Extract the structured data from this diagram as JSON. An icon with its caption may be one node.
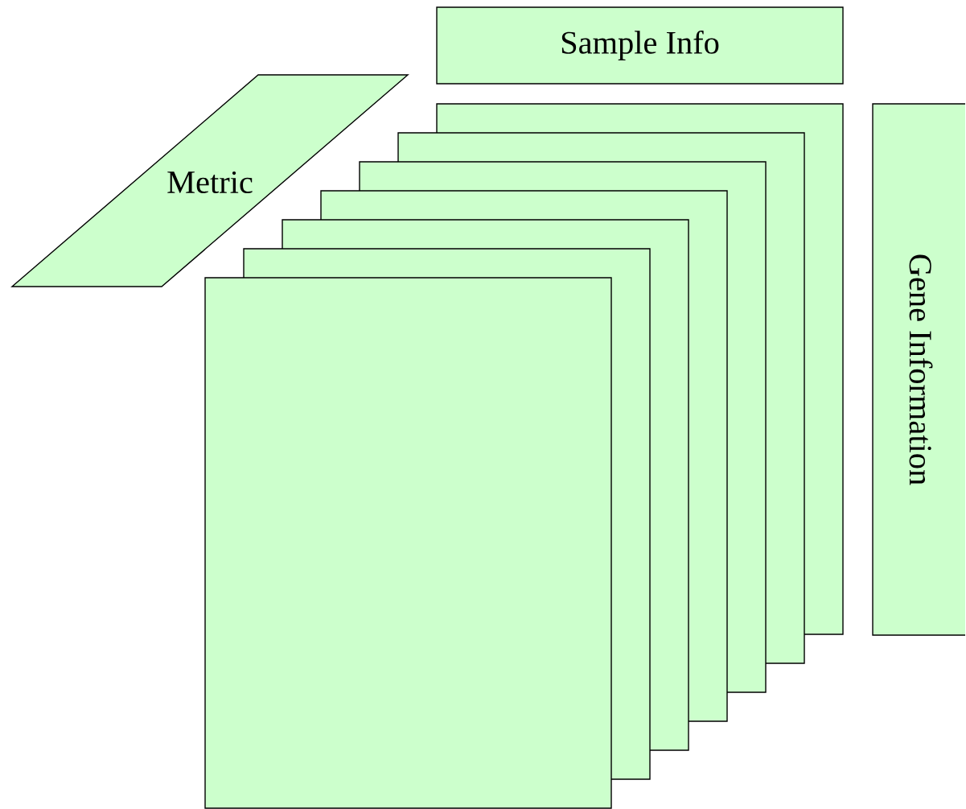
{
  "diagram": {
    "nodes": [
      {
        "text": [
          "Sample Info"
        ]
      },
      {
        "text": [
          "Metric"
        ]
      },
      {
        "text": [],
        "shape": "box"
      },
      {
        "text": [],
        "shape": "box"
      },
      {
        "text": [],
        "shape": "box"
      },
      {
        "text": [],
        "shape": "box"
      },
      {
        "text": [],
        "shape": "box"
      },
      {
        "text": [],
        "shape": "box"
      },
      {
        "text": [],
        "shape": "box"
      },
      {
        "text": [
          "Gene Information"
        ]
      }
    ]
  }
}
